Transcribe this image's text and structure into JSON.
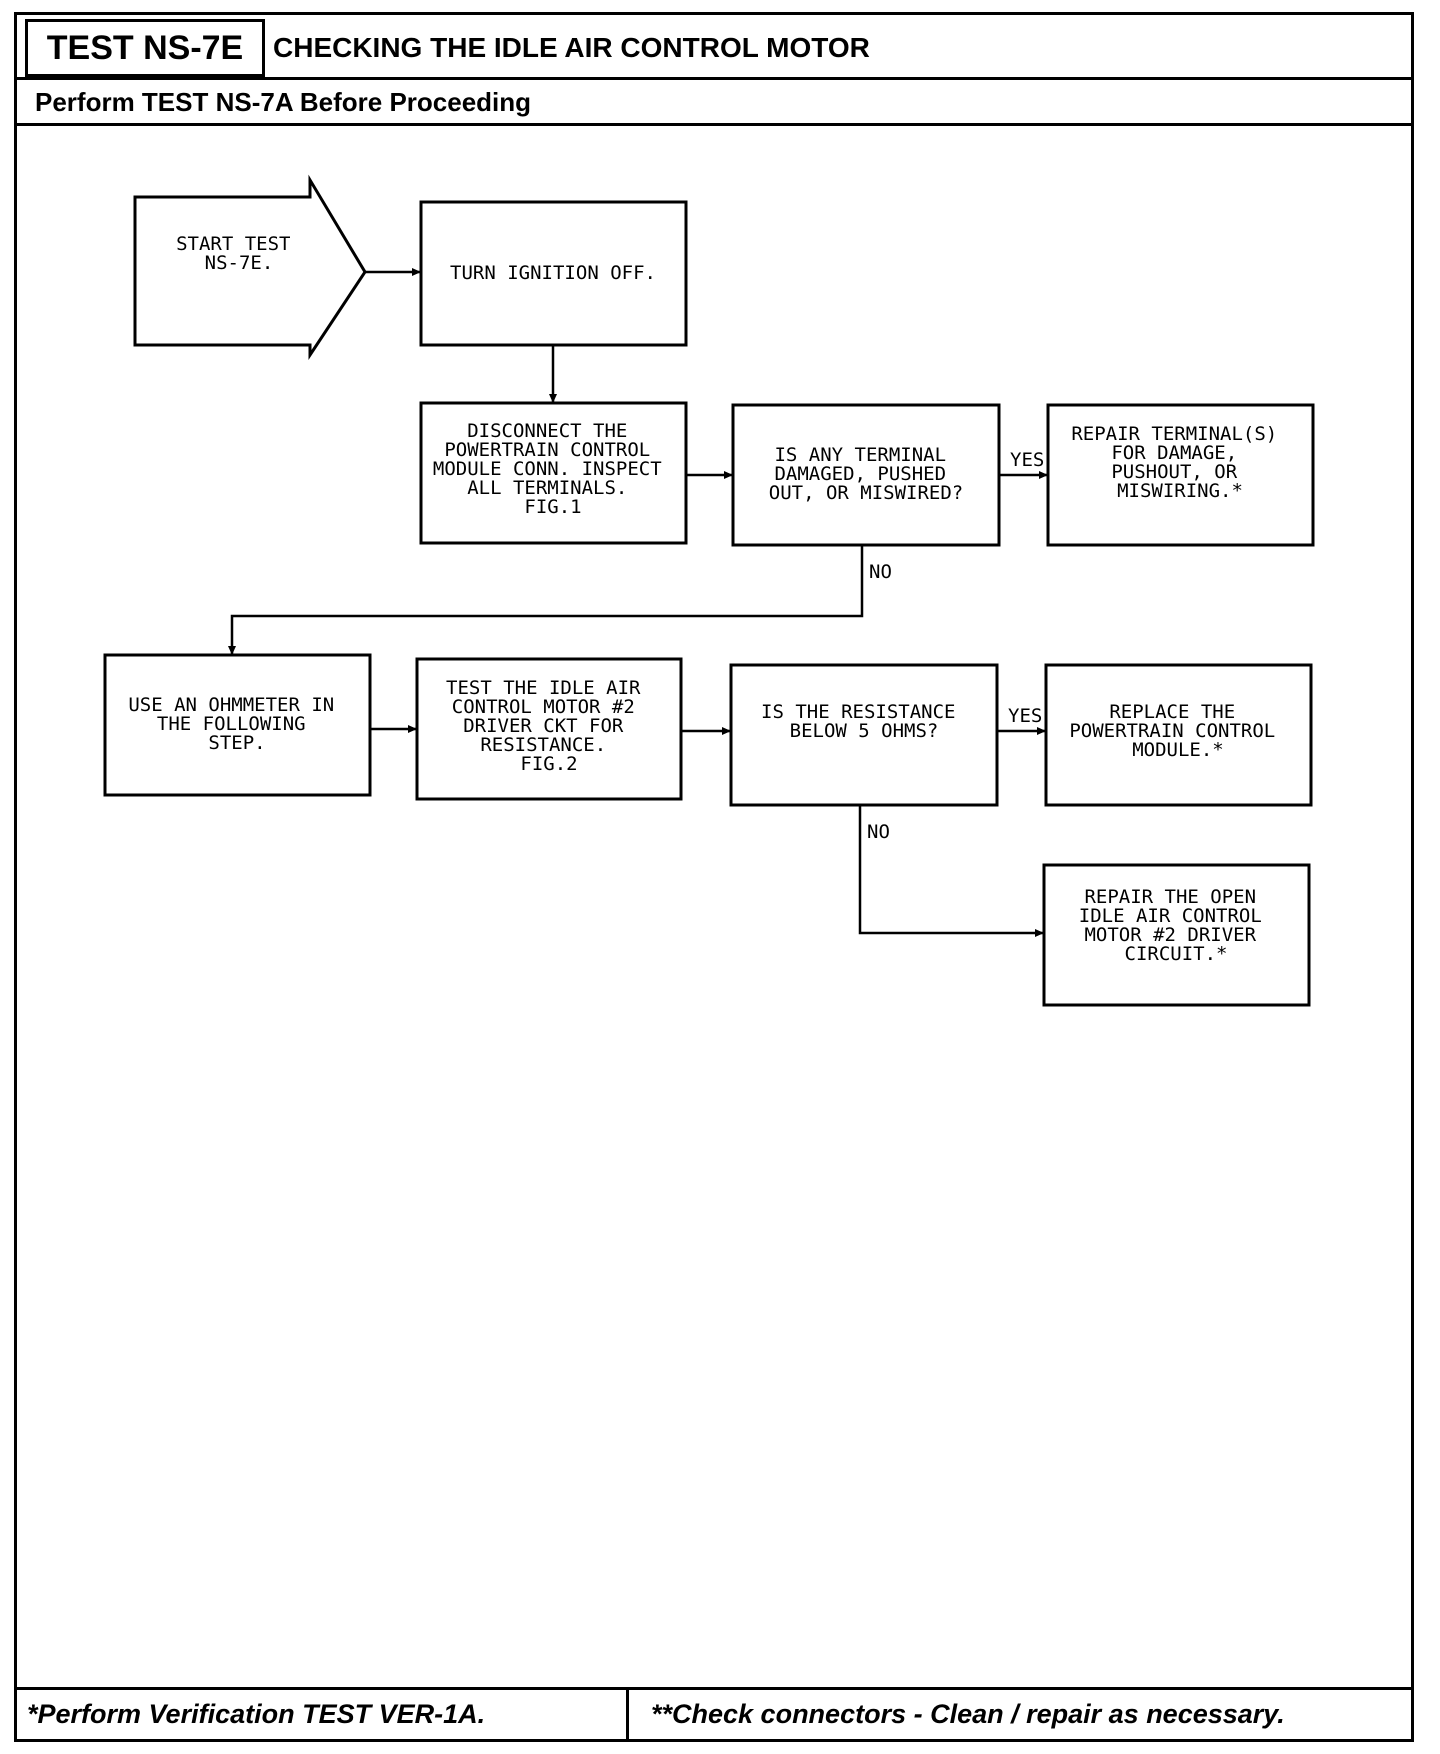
{
  "header": {
    "test_id": "TEST NS-7E",
    "title": "CHECKING THE IDLE AIR CONTROL MOTOR",
    "subtitle": "Perform TEST NS-7A Before Proceeding"
  },
  "flow": {
    "start": [
      "START TEST",
      "NS-7E."
    ],
    "step_ignition": [
      "TURN IGNITION OFF."
    ],
    "step_disconnect": [
      "DISCONNECT THE",
      "POWERTRAIN CONTROL",
      "MODULE CONN. INSPECT",
      "ALL TERMINALS.",
      "FIG.1"
    ],
    "decision_terminal": [
      "IS ANY TERMINAL",
      "DAMAGED, PUSHED",
      "OUT, OR MISWIRED?"
    ],
    "repair_terminal": [
      "REPAIR TERMINAL(S)",
      "FOR DAMAGE,",
      "PUSHOUT, OR",
      "MISWIRING.*"
    ],
    "step_ohmmeter": [
      "USE AN OHMMETER IN",
      "THE FOLLOWING",
      "STEP."
    ],
    "step_test_driver": [
      "TEST THE IDLE AIR",
      "CONTROL MOTOR #2",
      "DRIVER CKT FOR",
      "RESISTANCE.",
      "FIG.2"
    ],
    "decision_resistance": [
      "IS THE RESISTANCE",
      "BELOW 5 OHMS?"
    ],
    "replace_pcm": [
      "REPLACE THE",
      "POWERTRAIN CONTROL",
      "MODULE.*"
    ],
    "repair_open": [
      "REPAIR THE OPEN",
      "IDLE AIR CONTROL",
      "MOTOR #2 DRIVER",
      "CIRCUIT.*"
    ],
    "labels": {
      "yes1": "YES",
      "no1": "NO",
      "yes2": "YES",
      "no2": "NO"
    }
  },
  "footer": {
    "left": "*Perform Verification TEST VER-1A.",
    "right": "**Check connectors - Clean / repair as necessary."
  }
}
